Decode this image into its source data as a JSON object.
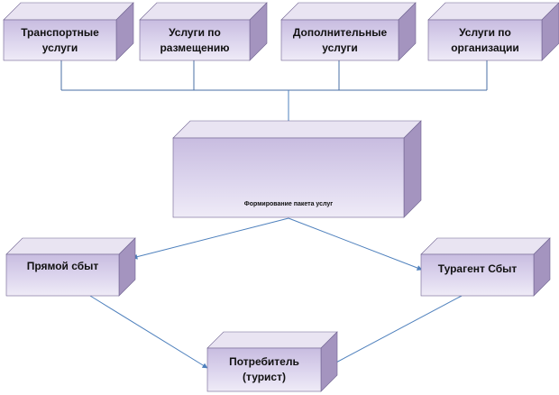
{
  "boxes": [
    {
      "id": "transport",
      "label": "Транспортные\nуслуги"
    },
    {
      "id": "accommodation",
      "label": "Услуги по\nразмещению"
    },
    {
      "id": "additional",
      "label": "Дополнительные\nуслуги"
    },
    {
      "id": "organization",
      "label": "Услуги по\nорганизации"
    },
    {
      "id": "package",
      "label": "Формирование пакета услуг"
    },
    {
      "id": "direct",
      "label": "Прямой сбыт"
    },
    {
      "id": "agent",
      "label": "Турагент Сбыт"
    },
    {
      "id": "consumer",
      "label": "Потребитель\n(турист)"
    }
  ],
  "colors": {
    "front_top": "#c8bce0",
    "front_bottom": "#ece8f5",
    "top_face": "#e9e4f2",
    "side_face": "#a494bf",
    "edge": "#6f6290",
    "connector": "#4f81bd",
    "bus_line": "#4a6fa5"
  }
}
